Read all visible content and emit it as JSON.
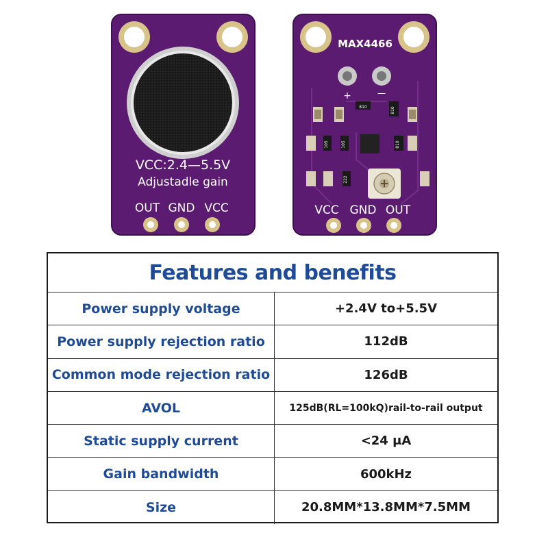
{
  "front_board": {
    "vcc_text": "VCC:2.4—5.5V",
    "gain_text": "Adjustadle gain",
    "pins": [
      "OUT",
      "GND",
      "VCC"
    ],
    "pcb_color": "#5a1a6e"
  },
  "back_board": {
    "chip_label": "MAX4466",
    "plus": "+",
    "minus": "—",
    "pins": [
      "VCC",
      "GND",
      "OUT"
    ],
    "smd_codes": [
      "810",
      "810",
      "105",
      "105",
      "810",
      "222"
    ],
    "pcb_color": "#5a1a6e"
  },
  "table": {
    "title": "Features and benefits",
    "rows": [
      {
        "label": "Power supply voltage",
        "value": "+2.4V to+5.5V"
      },
      {
        "label": "Power supply rejection ratio",
        "value": "112dB"
      },
      {
        "label": "Common mode rejection ratio",
        "value": "126dB"
      },
      {
        "label": "AVOL",
        "value": "125dB(RL=100kQ)rail-to-rail output"
      },
      {
        "label": "Static supply current",
        "value": "<24 μA"
      },
      {
        "label": "Gain bandwidth",
        "value": "600kHz"
      },
      {
        "label": "Size",
        "value": "20.8MM*13.8MM*7.5MM"
      }
    ]
  }
}
